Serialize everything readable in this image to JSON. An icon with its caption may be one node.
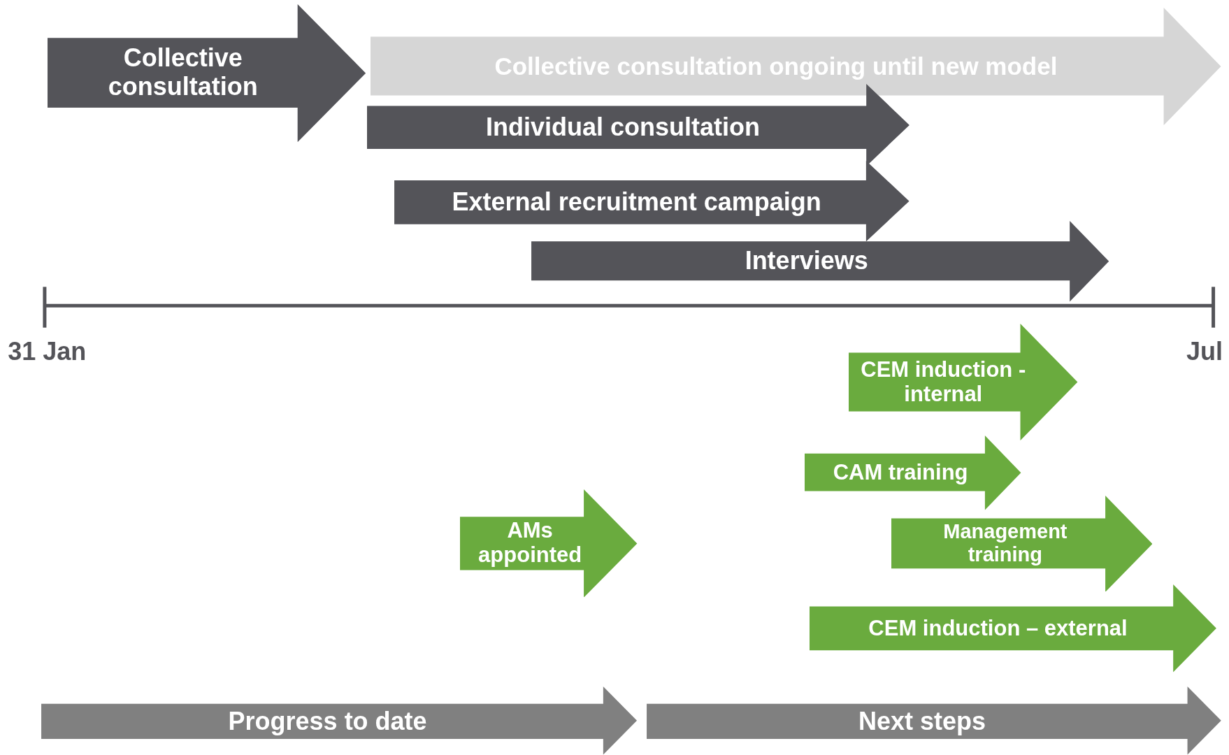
{
  "diagram": {
    "nodes": [
      {
        "text": [
          "Collective consultation"
        ]
      },
      {
        "text": [
          "Collective consultation ongoing until new model"
        ]
      },
      {
        "text": [
          "Individual consultation"
        ]
      },
      {
        "text": [
          "External recruitment campaign"
        ]
      },
      {
        "text": [
          "Interviews"
        ]
      },
      {
        "text": [
          "CEM induction - internal"
        ]
      },
      {
        "text": [
          "CAM training"
        ]
      },
      {
        "text": [
          "AMs appointed"
        ]
      },
      {
        "text": [
          "Management training"
        ]
      },
      {
        "text": [
          "CEM induction – external"
        ]
      },
      {
        "text": [
          "Progress to date"
        ]
      },
      {
        "text": [
          "Next steps"
        ]
      }
    ],
    "labels": [
      "31 Jan",
      "Jul"
    ]
  }
}
